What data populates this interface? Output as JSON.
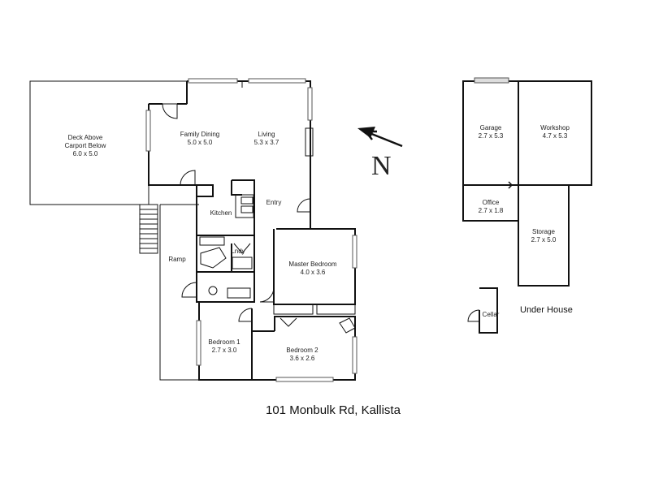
{
  "address": "101 Monbulk Rd, Kallista",
  "compass": {
    "letter": "N"
  },
  "main_floor": {
    "deck": {
      "name": "Deck Above",
      "line2": "Carport Below",
      "dims": "6.0 x 5.0"
    },
    "family_dining": {
      "name": "Family Dining",
      "dims": "5.0 x 5.0"
    },
    "living": {
      "name": "Living",
      "dims": "5.3 x 3.7"
    },
    "entry": {
      "name": "Entry"
    },
    "kitchen": {
      "name": "Kitchen"
    },
    "ramp": {
      "name": "Ramp"
    },
    "laundry": {
      "name": "Lndy"
    },
    "master_bedroom": {
      "name": "Master Bedroom",
      "dims": "4.0 x 3.6"
    },
    "bedroom1": {
      "name": "Bedroom 1",
      "dims": "2.7 x 3.0"
    },
    "bedroom2": {
      "name": "Bedroom 2",
      "dims": "3.6 x 2.6"
    }
  },
  "under_house": {
    "title": "Under House",
    "garage": {
      "name": "Garage",
      "dims": "2.7 x 5.3"
    },
    "workshop": {
      "name": "Workshop",
      "dims": "4.7 x 5.3"
    },
    "office": {
      "name": "Office",
      "dims": "2.7 x 1.8"
    },
    "storage": {
      "name": "Storage",
      "dims": "2.7 x 5.0"
    },
    "cellar": {
      "name": "Cellar"
    }
  }
}
